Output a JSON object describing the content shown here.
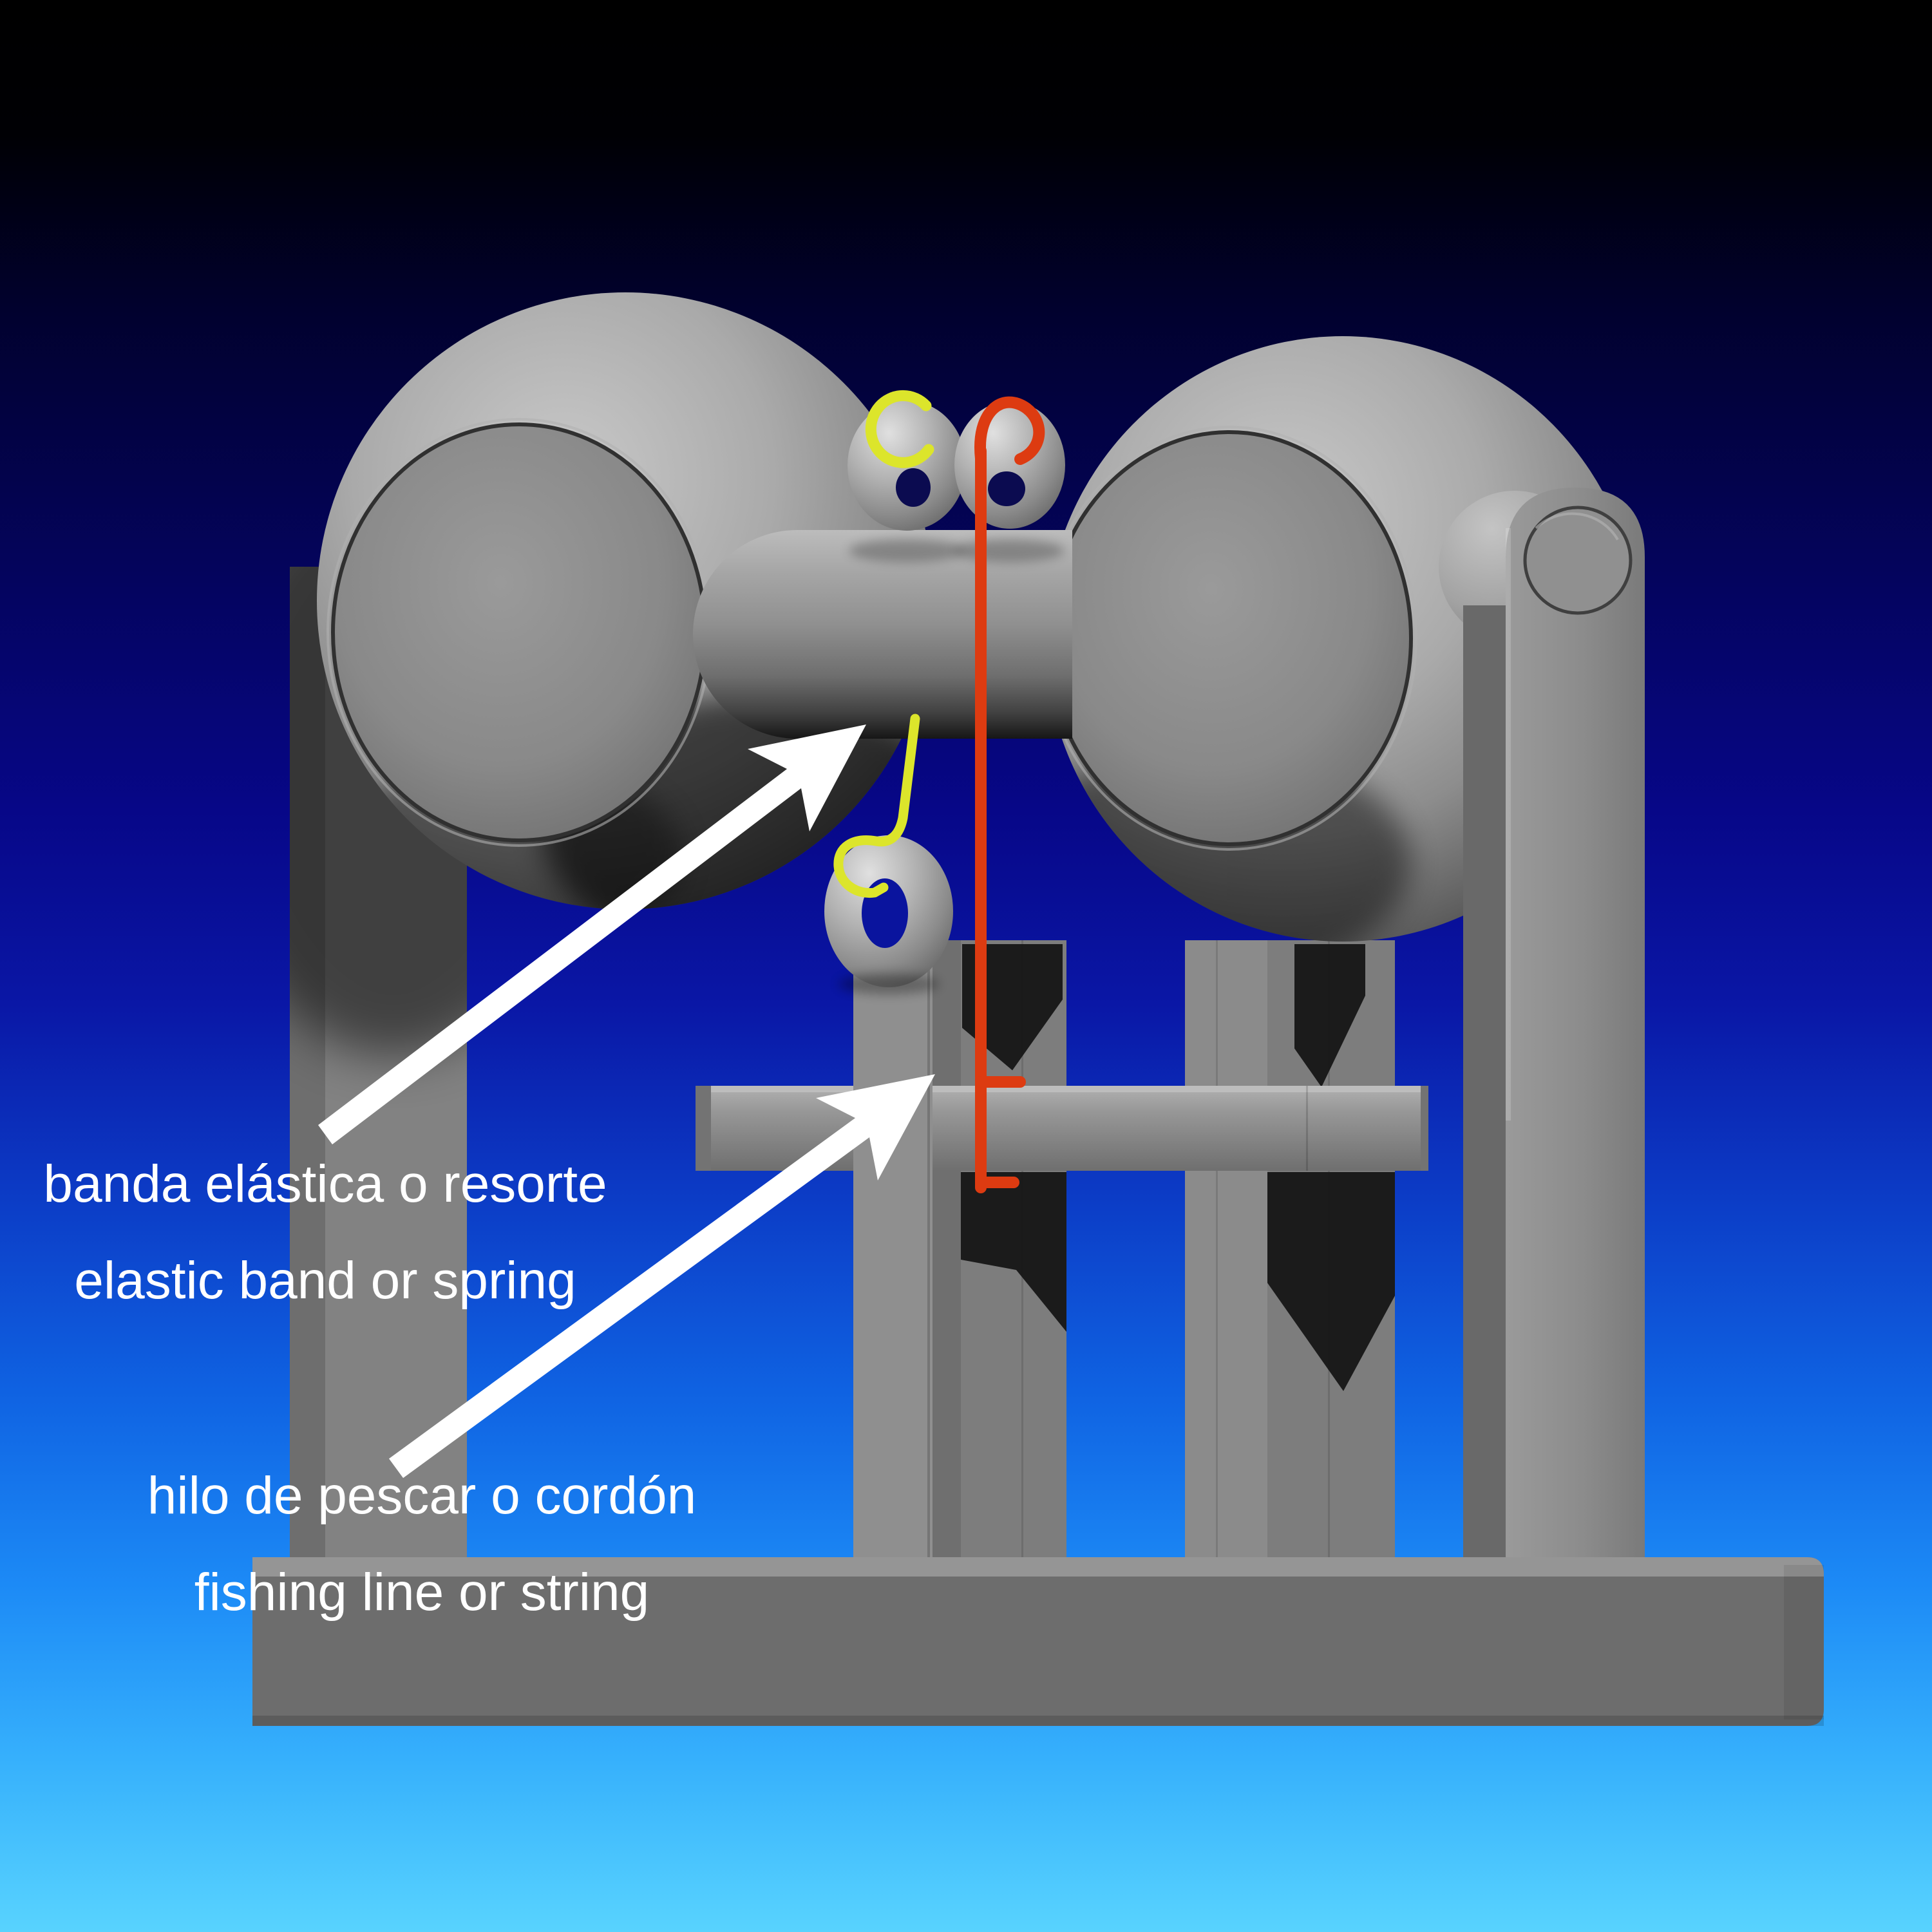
{
  "labels": {
    "annotation_elastic": {
      "line_es": "banda elástica o resorte",
      "line_en": "elastic band or spring"
    },
    "annotation_fishing": {
      "line_es": "hilo de pescar o cordón",
      "line_en": "fishing line or string"
    }
  },
  "colors": {
    "elastic_band": "#dce52b",
    "fishing_line": "#dd3b11",
    "arrow": "#ffffff",
    "text": "#ffffff",
    "sky_top": "#000000",
    "sky_bottom": "#58d3fe",
    "metal_gray": "#8e8e8e"
  }
}
